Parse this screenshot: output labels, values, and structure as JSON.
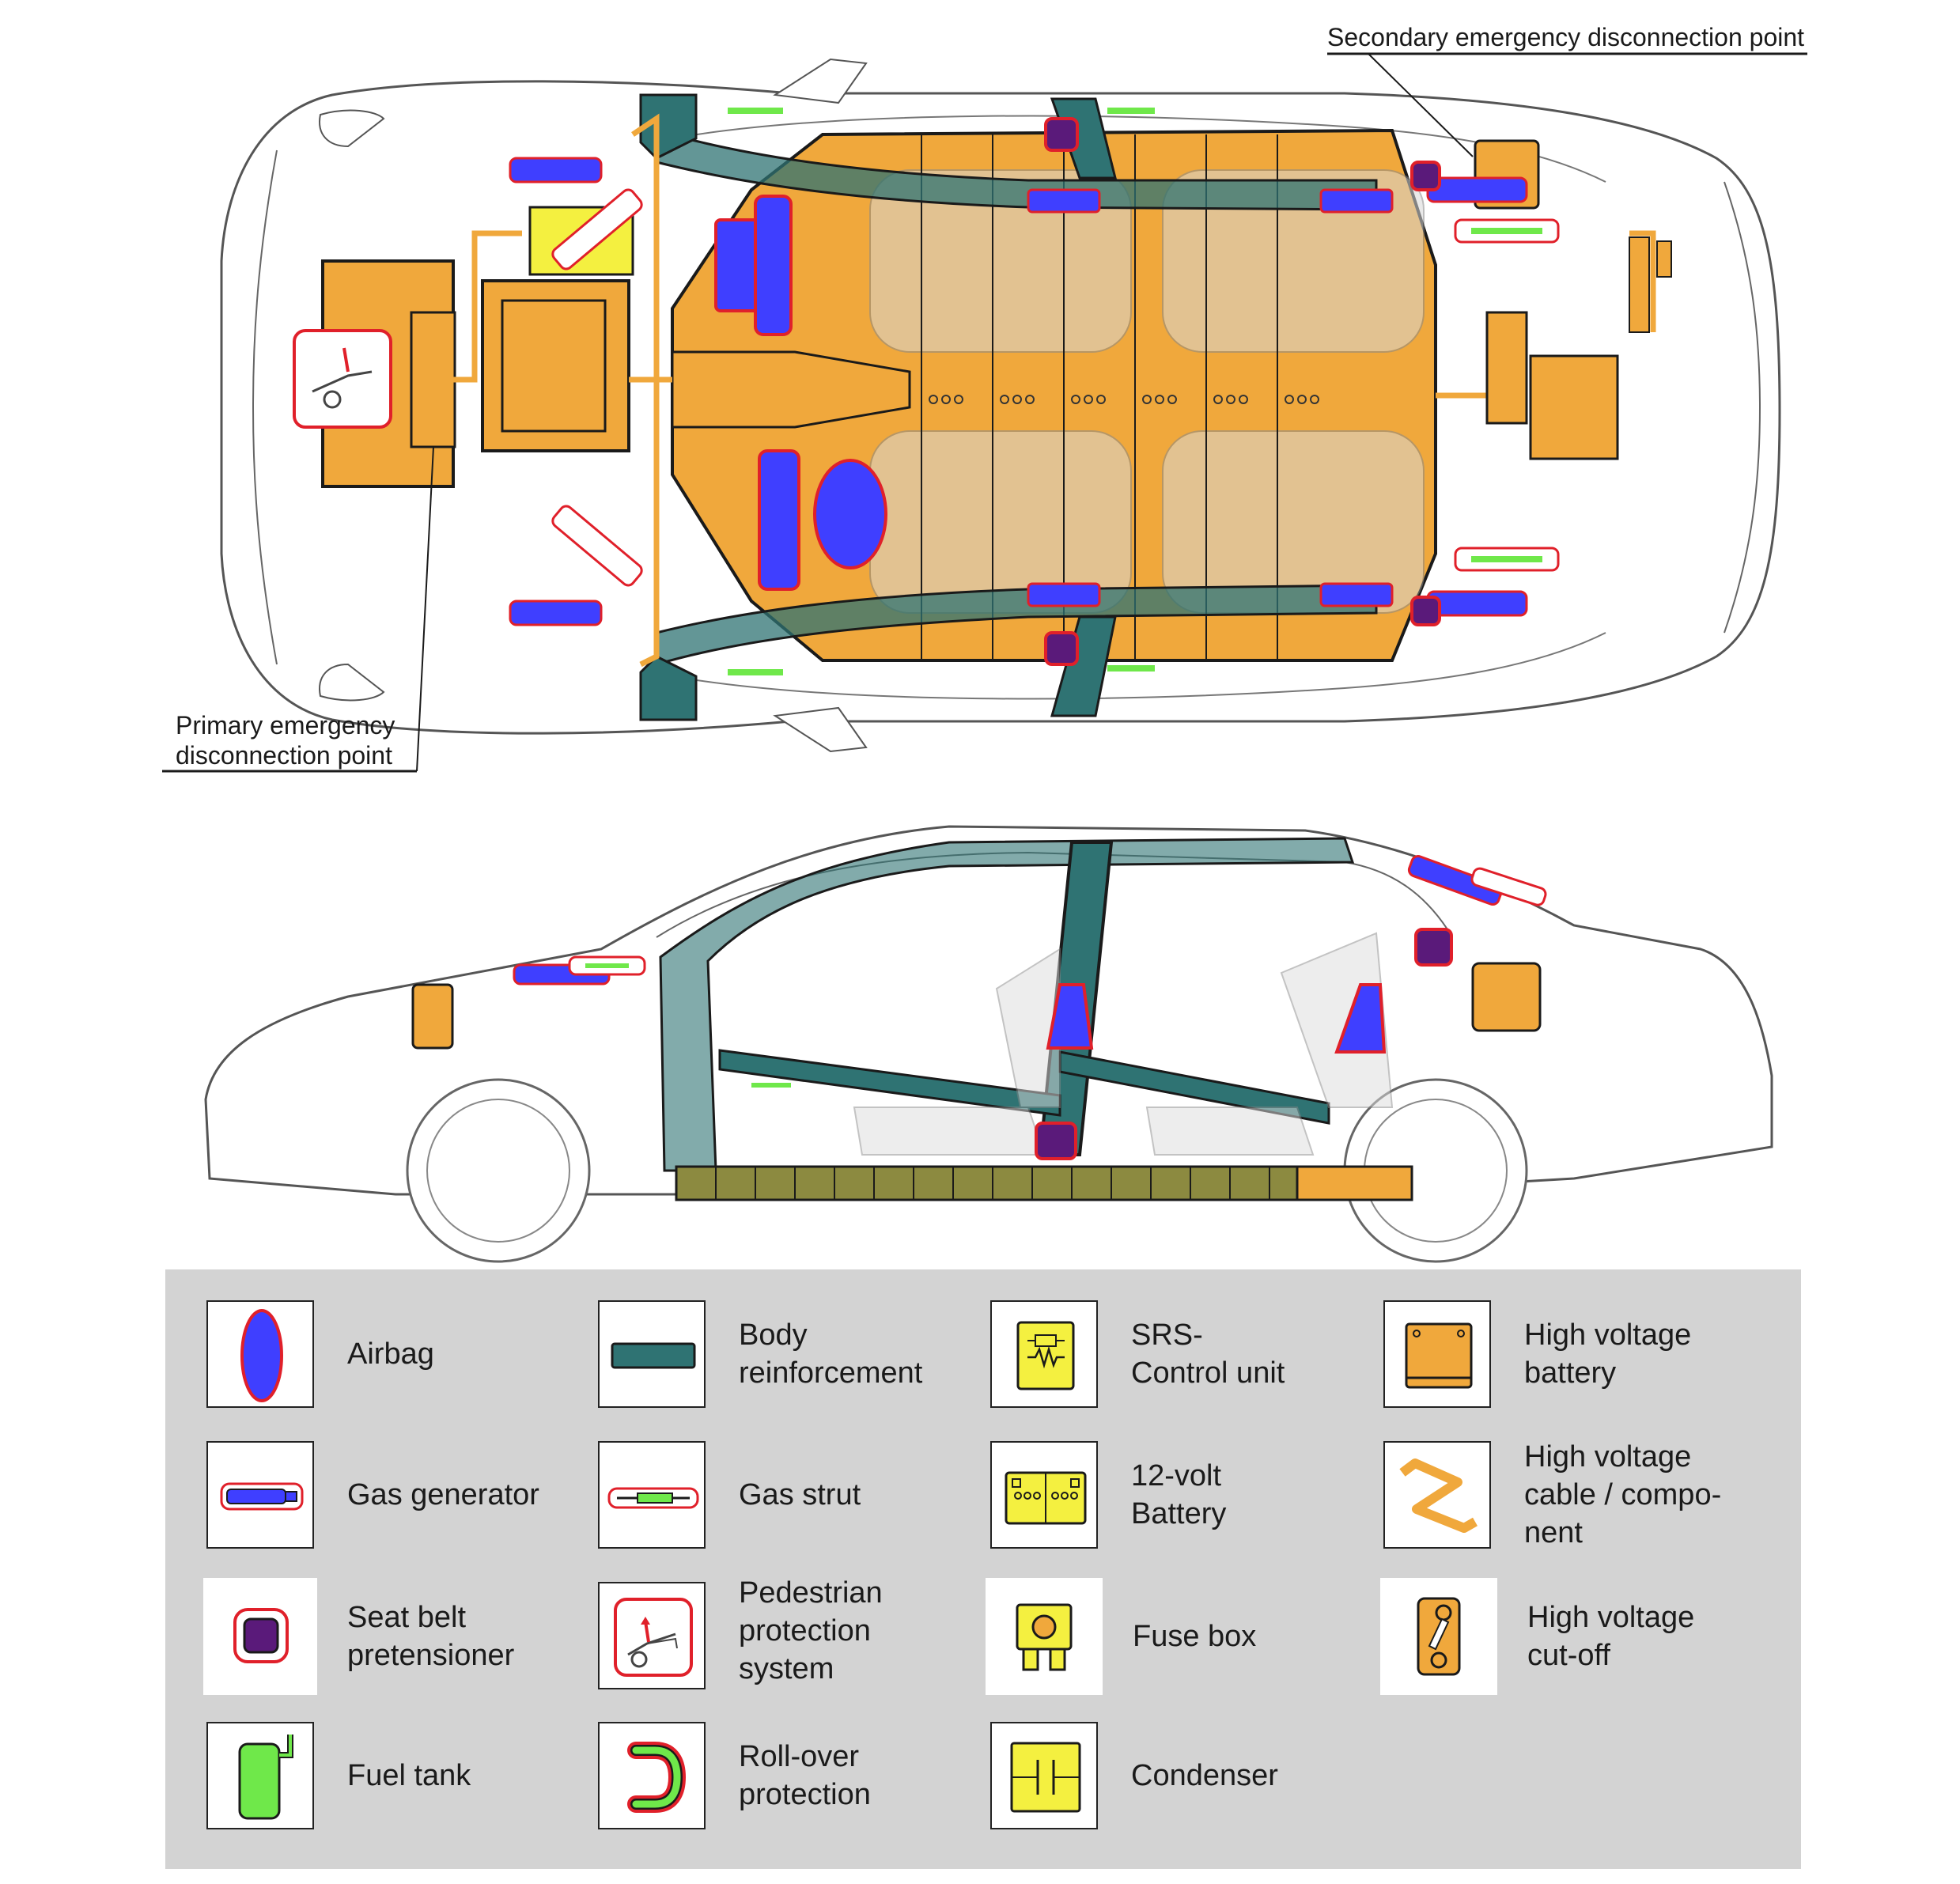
{
  "callouts": {
    "secondary": "Secondary emergency disconnection point",
    "primary_line1": "Primary emergency",
    "primary_line2": "disconnection point"
  },
  "colors": {
    "airbag_fill": "#3f3fff",
    "airbag_outline": "#e0202a",
    "body_reinforcement": "#2f7373",
    "hv_battery": "#f0a83c",
    "gas_strut_green": "#6fe84a",
    "seat_belt_fill": "#5a1a7a",
    "srs_yellow": "#f4f040",
    "legend_background": "#d3d3d3"
  },
  "legend": {
    "items": [
      {
        "key": "airbag",
        "icon": "airbag-icon",
        "lines": [
          "Airbag"
        ]
      },
      {
        "key": "body_reinforcement",
        "icon": "body-reinforcement-icon",
        "lines": [
          "Body",
          "reinforcement"
        ]
      },
      {
        "key": "srs_control_unit",
        "icon": "srs-control-unit-icon",
        "lines": [
          "SRS-",
          "Control unit"
        ]
      },
      {
        "key": "hv_battery",
        "icon": "high-voltage-battery-icon",
        "lines": [
          "High voltage",
          "battery"
        ]
      },
      {
        "key": "gas_generator",
        "icon": "gas-generator-icon",
        "lines": [
          "Gas generator"
        ]
      },
      {
        "key": "gas_strut",
        "icon": "gas-strut-icon",
        "lines": [
          "Gas strut"
        ]
      },
      {
        "key": "battery_12v",
        "icon": "12-volt-battery-icon",
        "lines": [
          "12-volt",
          "Battery"
        ]
      },
      {
        "key": "hv_cable",
        "icon": "high-voltage-cable-icon",
        "lines": [
          "High voltage",
          "cable / compo-",
          "nent"
        ]
      },
      {
        "key": "seat_belt_pretensioner",
        "icon": "seat-belt-pretensioner-icon",
        "lines": [
          "Seat belt",
          "pretensioner"
        ]
      },
      {
        "key": "pedestrian_protection",
        "icon": "pedestrian-protection-icon",
        "lines": [
          "Pedestrian",
          "protection",
          "system"
        ]
      },
      {
        "key": "fuse_box",
        "icon": "fuse-box-icon",
        "lines": [
          "Fuse box"
        ]
      },
      {
        "key": "hv_cutoff",
        "icon": "high-voltage-cutoff-icon",
        "lines": [
          "High voltage",
          "cut-off"
        ]
      },
      {
        "key": "fuel_tank",
        "icon": "fuel-tank-icon",
        "lines": [
          "Fuel tank"
        ]
      },
      {
        "key": "rollover_protection",
        "icon": "rollover-protection-icon",
        "lines": [
          "Roll-over",
          "protection"
        ]
      },
      {
        "key": "condenser",
        "icon": "condenser-icon",
        "lines": [
          "Condenser"
        ]
      }
    ]
  }
}
